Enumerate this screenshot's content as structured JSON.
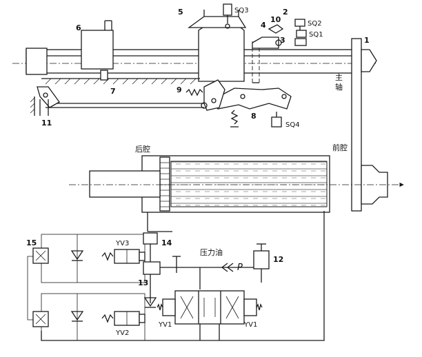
{
  "labels": {
    "sq1": "SQ1",
    "sq2": "SQ2",
    "sq3": "SQ3",
    "sq4": "SQ4",
    "n1": "1",
    "n2": "2",
    "n3": "3",
    "n4": "4",
    "n5": "5",
    "n6": "6",
    "n7": "7",
    "n8": "8",
    "n9": "9",
    "n10": "10",
    "n11": "11",
    "n12": "12",
    "n13": "13",
    "n14": "14",
    "n15": "15",
    "spindle_1": "主",
    "spindle_2": "轴",
    "rear_chamber": "后腔",
    "front_chamber": "前腔",
    "pressure_oil": "压力油",
    "pressure_symbol": "P",
    "yv1_left": "YV1",
    "yv1_right": "YV1",
    "yv2": "YV2",
    "yv3": "YV3"
  },
  "colors": {
    "line": "#1a1a1a",
    "background": "#ffffff"
  }
}
